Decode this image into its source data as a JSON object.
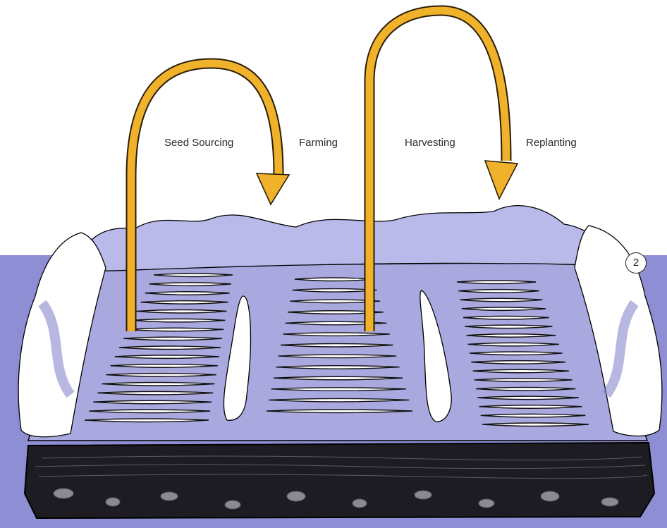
{
  "diagram": {
    "stages": [
      {
        "id": "seed-sourcing",
        "label": "Seed Sourcing"
      },
      {
        "id": "farming",
        "label": "Farming"
      },
      {
        "id": "harvesting",
        "label": "Harvesting"
      },
      {
        "id": "replanting",
        "label": "Replanting"
      }
    ],
    "step_number": "2",
    "colors": {
      "background": "#ffffff",
      "ground_plane": "#8e8ed4",
      "field_surface": "#a9a9e0",
      "hedge_shade": "#b9b9ea",
      "soil": "#1c1c22",
      "arrow_fill": "#f0b22a",
      "arrow_outline": "#2a1c08",
      "row_highlight": "#ffffff"
    },
    "icons": [
      "curved-arrow-icon",
      "field-illustration-icon"
    ]
  }
}
